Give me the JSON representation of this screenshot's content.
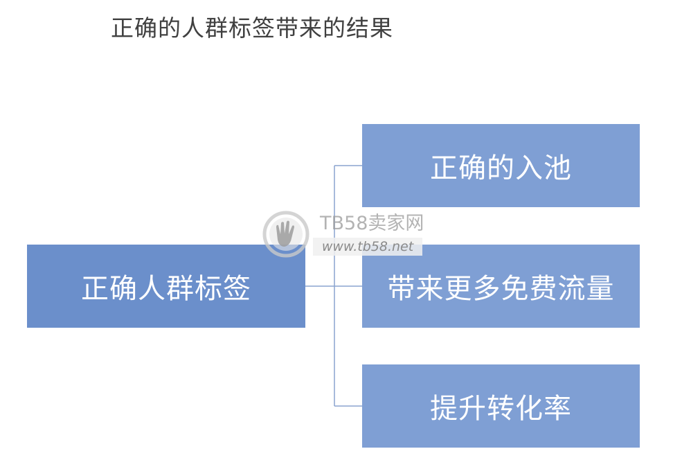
{
  "title": "正确的人群标签带来的结果",
  "root": {
    "label": "正确人群标签"
  },
  "children": [
    {
      "label": "正确的入池"
    },
    {
      "label": "带来更多免费流量"
    },
    {
      "label": "提升转化率"
    }
  ],
  "watermark": {
    "brand": "TB58卖家网",
    "url": "www.tb58.net"
  },
  "colors": {
    "root_fill": "#6b8fcb",
    "child_fill": "#7f9fd4",
    "connector": "#8aa3cf"
  }
}
